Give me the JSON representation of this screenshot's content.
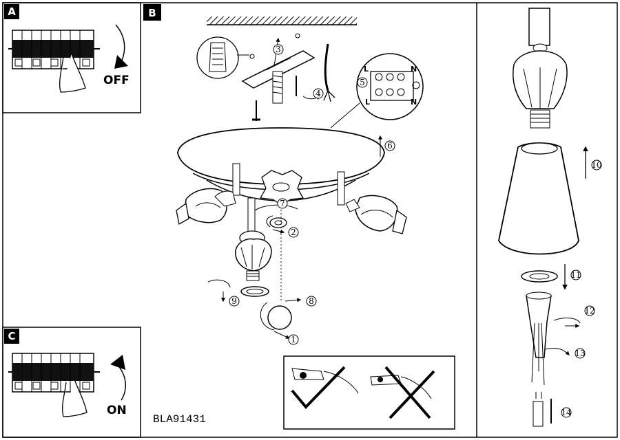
{
  "panels": {
    "a": {
      "label": "A",
      "action": "OFF"
    },
    "b": {
      "label": "B"
    },
    "c": {
      "label": "C",
      "action": "ON"
    }
  },
  "model_code": "BLA91431",
  "steps": [
    "1",
    "2",
    "3",
    "4",
    "5",
    "6",
    "7",
    "8",
    "9",
    "10",
    "11",
    "12",
    "13",
    "14"
  ],
  "terminal_labels": {
    "live": "L",
    "neutral": "N"
  }
}
